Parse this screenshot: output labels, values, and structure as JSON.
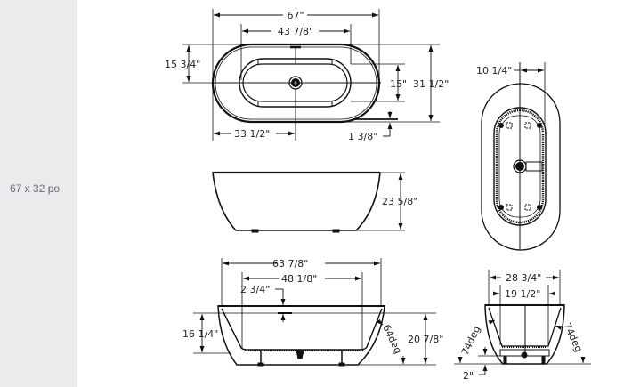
{
  "sidebar": {
    "size_label": "67 x 32 po",
    "background": "#ebebed",
    "text_color": "#666a70"
  },
  "drawing": {
    "top_view": {
      "overall_length": "67\"",
      "inner_length": "43 7/8\"",
      "half_width_to_center": "15 3/4\"",
      "inner_width": "15\"",
      "overall_width": "31 1/2\"",
      "drain_offset": "33 1/2\"",
      "rim_offset": "1 3/8\""
    },
    "bottom_view": {
      "foot_spacing": "10 1/4\""
    },
    "side_view": {
      "height": "23 5/8\""
    },
    "front_section": {
      "rim_length": "63 7/8\"",
      "interior_length": "48 1/8\"",
      "overflow_drop": "2 3/4\"",
      "water_depth": "16 1/4\"",
      "interior_height": "20 7/8\"",
      "wall_angle": "64deg"
    },
    "end_section": {
      "rim_width": "28 3/4\"",
      "interior_width": "19 1/2\"",
      "left_wall_angle": "74deg",
      "right_wall_angle": "74deg",
      "foot_height": "2\""
    }
  }
}
